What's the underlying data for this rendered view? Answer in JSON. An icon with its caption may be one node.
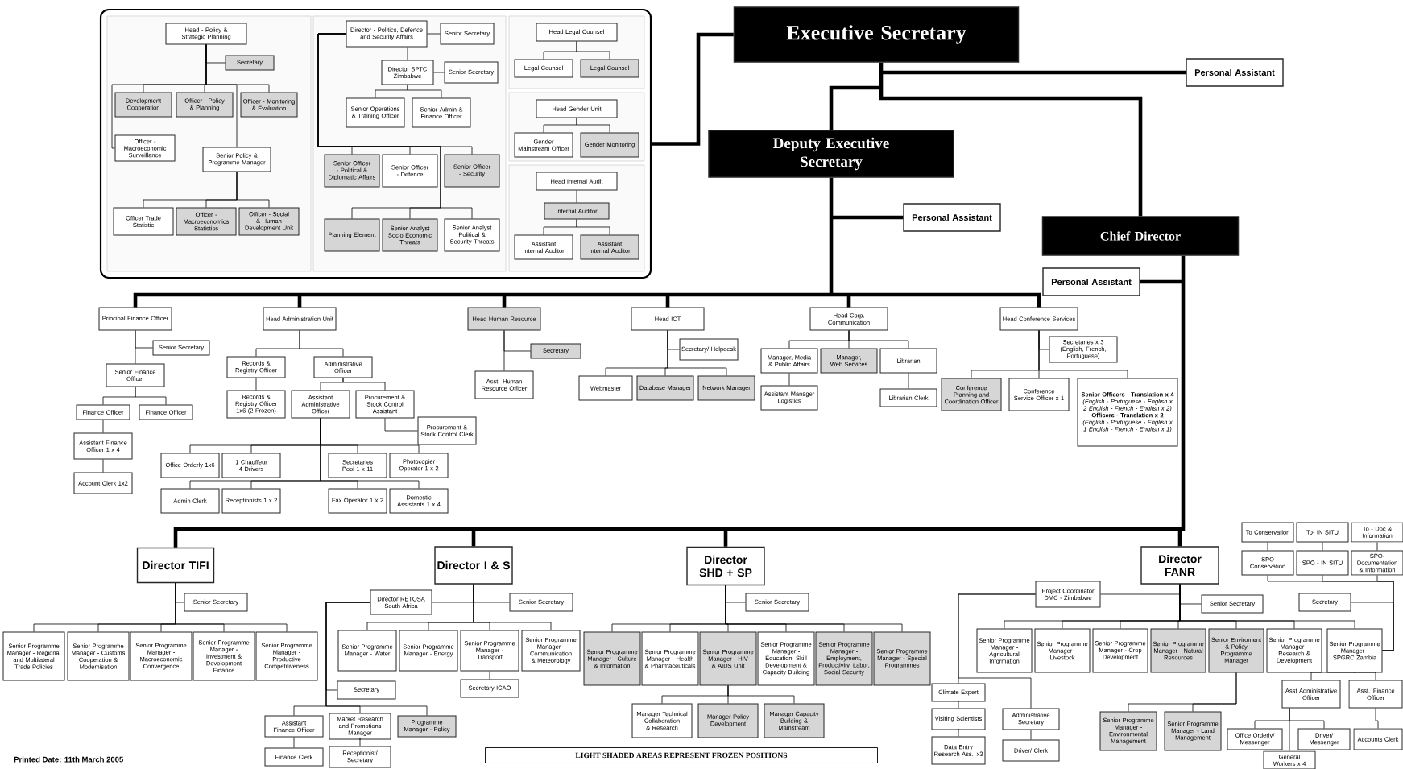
{
  "diagram": {
    "nodes": [
      {
        "text": [],
        "shape": "box"
      },
      {
        "text": [
          "Head - Policy & Strategic Planning"
        ],
        "in": 0
      },
      {
        "text": [
          "Secretary"
        ],
        "in": 0
      },
      {
        "text": [
          "Development Cooperation"
        ],
        "in": 0
      },
      {
        "text": [
          "Officer - Policy & Planning"
        ],
        "in": 0
      },
      {
        "text": [
          "Officer - Monitoring & Evaluation"
        ],
        "in": 0
      },
      {
        "text": [
          "Officer - Macroeconomic Surveillance"
        ],
        "in": 0
      },
      {
        "text": [
          "Senior Policy & Programme Manager"
        ],
        "in": 0
      },
      {
        "text": [
          "Officer Trade Statistic"
        ],
        "in": 0
      },
      {
        "text": [
          "Officer - Macroeconomics Statistics"
        ],
        "in": 0
      },
      {
        "text": [
          "Officer - Social & Human Development Unit"
        ],
        "in": 0
      },
      {
        "text": [
          "Director - Politics, Defence and Security Affairs"
        ],
        "in": 0
      },
      {
        "text": [
          "Senior Secretary"
        ],
        "in": 0
      },
      {
        "text": [
          "Director SPTC Zimbabwe"
        ],
        "in": 0
      },
      {
        "text": [
          "Senior Secretary"
        ],
        "in": 0
      },
      {
        "text": [
          "Senior Operations & Training Officer"
        ],
        "in": 0
      },
      {
        "text": [
          "Senior Admin & Finance Officer"
        ],
        "in": 0
      },
      {
        "text": [
          "Senior Officer - Political & Diplomatic Affairs"
        ],
        "in": 0
      },
      {
        "text": [
          "Senior Officer - Defence"
        ],
        "in": 0
      },
      {
        "text": [
          "Senior Officer - Security"
        ],
        "in": 0
      },
      {
        "text": [
          "Planning Element"
        ],
        "in": 0
      },
      {
        "text": [
          "Senior Analyst Socio Economic Threats"
        ],
        "in": 0
      },
      {
        "text": [
          "Senior Analyst Political & Security Threats"
        ],
        "in": 0
      },
      {
        "text": [
          "Head Legal Counsel"
        ],
        "in": 0
      },
      {
        "text": [
          "Legal Counsel"
        ],
        "in": 0
      },
      {
        "text": [
          "Legal Counsel"
        ],
        "in": 0
      },
      {
        "text": [
          "Head Gender Unit"
        ],
        "in": 0
      },
      {
        "text": [
          "Gender Mainstream Officer"
        ],
        "in": 0
      },
      {
        "text": [
          "Gender Monitoring"
        ],
        "in": 0
      },
      {
        "text": [
          "Head Internal Audit"
        ],
        "in": 0
      },
      {
        "text": [
          "Internal Auditor"
        ],
        "in": 0
      },
      {
        "text": [
          "Assistant Internal Auditor"
        ],
        "in": 0
      },
      {
        "text": [
          "Assistant Internal Auditor"
        ],
        "in": 0
      },
      {
        "text": [
          "Executive Secretary"
        ]
      },
      {
        "text": [
          "Personal Assistant"
        ]
      },
      {
        "text": [
          "Deputy Executive Secretary"
        ]
      },
      {
        "text": [
          "Personal Assistant"
        ]
      },
      {
        "text": [
          "Chief Director"
        ]
      },
      {
        "text": [
          "Personal Assistant"
        ]
      },
      {
        "text": [
          "Principal Finance Officer"
        ]
      },
      {
        "text": [
          "Senior Secretary"
        ]
      },
      {
        "text": [
          "Senior Finance Officer"
        ]
      },
      {
        "text": [
          "Finance Officer"
        ]
      },
      {
        "text": [
          "Finance Officer"
        ]
      },
      {
        "text": [
          "Assistant Finance Officer 1 x 4"
        ]
      },
      {
        "text": [
          "Account Clerk 1x2"
        ]
      },
      {
        "text": [
          "Head Administration Unit"
        ]
      },
      {
        "text": [
          "Records & Registry Officer"
        ]
      },
      {
        "text": [
          "Administrative Officer"
        ]
      },
      {
        "text": [
          "Records & Registry Officer 1x6 (2 Frozen)"
        ]
      },
      {
        "text": [
          "Assistant Administrative Officer"
        ]
      },
      {
        "text": [
          "Procurement & Stock Control Assistant"
        ]
      },
      {
        "text": [
          "Procurement & Stock Control Clerk"
        ]
      },
      {
        "text": [
          "Office Orderly 1x6"
        ]
      },
      {
        "text": [
          "1 Chauffeur 4 Drivers"
        ]
      },
      {
        "text": [
          "Secretaries Pool 1 x 11"
        ]
      },
      {
        "text": [
          "Photocopier Operator 1 x 2"
        ]
      },
      {
        "text": [
          "Admin Clerk"
        ]
      },
      {
        "text": [
          "Receptionists 1 x 2"
        ]
      },
      {
        "text": [
          "Fax Operator 1 x 2"
        ]
      },
      {
        "text": [
          "Domestic Assistants 1 x 4"
        ]
      },
      {
        "text": [
          "Head Human Resource"
        ]
      },
      {
        "text": [
          "Secretary"
        ]
      },
      {
        "text": [
          "Asst. Human Resource Officer"
        ]
      },
      {
        "text": [
          "Head ICT"
        ]
      },
      {
        "text": [
          "Secretary/ Helpdesk"
        ]
      },
      {
        "text": [
          "Webmaster"
        ]
      },
      {
        "text": [
          "Database Manager"
        ]
      },
      {
        "text": [
          "Network Manager"
        ]
      },
      {
        "text": [
          "Head Corp. Communication"
        ]
      },
      {
        "text": [
          "Manager, Media & Public Affairs"
        ]
      },
      {
        "text": [
          "Manager, Web Services"
        ]
      },
      {
        "text": [
          "Librarian"
        ]
      },
      {
        "text": [
          "Assistant Manager Logistics"
        ]
      },
      {
        "text": [
          "Librarian Clerk"
        ]
      },
      {
        "text": [
          "Head Conference Services"
        ]
      },
      {
        "text": [
          "Secretaries x 3 (English, French, Portuguese)"
        ]
      },
      {
        "text": [
          "Conference Planning and Coordination Officer"
        ]
      },
      {
        "text": [
          "Conference Service Officer x 1"
        ]
      },
      {
        "text": [
          "Senior Officers - Translation x 4",
          "(English - Portuguese - English x 2 English - French - English x 2)",
          "Officers - Translation x 2",
          "(English - Portuguese - English x 1 English - French - English x 1)"
        ]
      },
      {
        "text": [
          "Director TIFI"
        ]
      },
      {
        "text": [
          "Senior Secretary"
        ]
      },
      {
        "text": [
          "Senior Programme Manager - Regional and Multilateral Trade Policies"
        ]
      },
      {
        "text": [
          "Senior Programme Manager - Customs Cooperation & Modemisation"
        ]
      },
      {
        "text": [
          "Senior Programme Manager - Macroeconomic Convergence"
        ]
      },
      {
        "text": [
          "Senior Programme Manager - Investment & Development Finance"
        ]
      },
      {
        "text": [
          "Senior Programme Manager - Productive Competitiveness"
        ]
      },
      {
        "text": [
          "Director I & S"
        ]
      },
      {
        "text": [
          "Director RETOSA",
          "South Africa"
        ]
      },
      {
        "text": [
          "Senior Secretary"
        ]
      },
      {
        "text": [
          "Senior Programme Manager - Water"
        ]
      },
      {
        "text": [
          "Senior Programme Manager - Energy"
        ]
      },
      {
        "text": [
          "Senior Programme Manager - Transport"
        ]
      },
      {
        "text": [
          "Senior Programme Manager - Communication & Meteorology"
        ]
      },
      {
        "text": [
          "Secretary"
        ]
      },
      {
        "text": [
          "Secretary ICAO"
        ]
      },
      {
        "text": [
          "Assistant Finance Officer"
        ]
      },
      {
        "text": [
          "Market Research and Promotions Manager"
        ]
      },
      {
        "text": [
          "Programme Manager - Policy"
        ]
      },
      {
        "text": [
          "Finance Clerk"
        ]
      },
      {
        "text": [
          "Receptionist/ Secretary"
        ]
      },
      {
        "text": [
          "Director SHD + SP"
        ]
      },
      {
        "text": [
          "Senior Secretary"
        ]
      },
      {
        "text": [
          "Senior Programme Manager - Culture & Information"
        ]
      },
      {
        "text": [
          "Senior Programme Manager - Health & Pharmaceuticals"
        ]
      },
      {
        "text": [
          "Senior Programme Manager - HIV & AIDS Unit"
        ]
      },
      {
        "text": [
          "Senior Programme Manager - Education, Skill Development & Capacity Building"
        ]
      },
      {
        "text": [
          "Senior Programme Manager - Employment, Productivity, Labor, Social Security"
        ]
      },
      {
        "text": [
          "Senior Programme Manager - Special Programmes"
        ]
      },
      {
        "text": [
          "Manager Technical Collaboration & Research"
        ]
      },
      {
        "text": [
          "Manager Policy Development"
        ]
      },
      {
        "text": [
          "Manager Capacity Building & Mainstream"
        ]
      },
      {
        "text": [
          "Director FANR"
        ]
      },
      {
        "text": [
          "Project Coordinator DMC - Zimbabwe"
        ]
      },
      {
        "text": [
          "Senior Secretary"
        ]
      },
      {
        "text": [
          "Senior Programme Manager - Agricultural Information"
        ]
      },
      {
        "text": [
          "Senior Programme Manager - Livestock"
        ]
      },
      {
        "text": [
          "Senior Programme Manager - Crop Development"
        ]
      },
      {
        "text": [
          "Senior Programme Manager - Natural Resources"
        ]
      },
      {
        "text": [
          "Senior Enviroment & Policy Programme Manager"
        ]
      },
      {
        "text": [
          "Senior Programme Manager - Research & Development"
        ]
      },
      {
        "text": [
          "Senior Programme Manager - SPGRC Zambia"
        ]
      },
      {
        "text": [
          "Climate Expert"
        ]
      },
      {
        "text": [
          "Visiting Scientists"
        ]
      },
      {
        "text": [
          "Data Entry Research Ass. x3"
        ]
      },
      {
        "text": [
          "Administrative Secretary"
        ]
      },
      {
        "text": [
          "Driver/ Clerk"
        ]
      },
      {
        "text": [
          "Senior Programme Manager - Environmental Management"
        ]
      },
      {
        "text": [
          "Senior Programme Manager - Land Management"
        ]
      },
      {
        "text": [
          "To Conservation"
        ]
      },
      {
        "text": [
          "To- IN SITU"
        ]
      },
      {
        "text": [
          "To - Doc & Information"
        ]
      },
      {
        "text": [
          "SPO Conservation"
        ]
      },
      {
        "text": [
          "SPO - IN SITU"
        ]
      },
      {
        "text": [
          "SPO- Documentation & Information"
        ]
      },
      {
        "text": [
          "Secretary"
        ]
      },
      {
        "text": [
          "Asst Administrative Officer"
        ]
      },
      {
        "text": [
          "Asst. Finance Officer"
        ]
      },
      {
        "text": [
          "Office Orderly/ Messenger"
        ]
      },
      {
        "text": [
          "Driver/ Messenger"
        ]
      },
      {
        "text": [
          "Accounts Clerk"
        ]
      },
      {
        "text": [
          "General Workers x 4"
        ]
      }
    ],
    "edges": [
      {
        "from": 33,
        "to": 0,
        "arrow": "none",
        "style": "thick"
      },
      {
        "from": 1,
        "to": 2,
        "arrow": "none"
      },
      {
        "from": 1,
        "to": 3,
        "arrow": "none"
      },
      {
        "from": 1,
        "to": 4,
        "arrow": "none"
      },
      {
        "from": 1,
        "to": 5,
        "arrow": "none"
      },
      {
        "from": 1,
        "to": 6,
        "arrow": "none"
      },
      {
        "from": 1,
        "to": 7,
        "arrow": "none"
      },
      {
        "from": 7,
        "to": 8,
        "arrow": "none"
      },
      {
        "from": 7,
        "to": 9,
        "arrow": "none"
      },
      {
        "from": 7,
        "to": 10,
        "arrow": "none"
      },
      {
        "from": 11,
        "to": 12,
        "arrow": "none"
      },
      {
        "from": 11,
        "to": 13,
        "arrow": "none"
      },
      {
        "from": 13,
        "to": 14,
        "arrow": "none"
      },
      {
        "from": 13,
        "to": 15,
        "arrow": "none"
      },
      {
        "from": 13,
        "to": 16,
        "arrow": "none"
      },
      {
        "from": 11,
        "to": 17,
        "arrow": "none"
      },
      {
        "from": 11,
        "to": 18,
        "arrow": "none"
      },
      {
        "from": 11,
        "to": 19,
        "arrow": "none"
      },
      {
        "from": 11,
        "to": 20,
        "arrow": "none"
      },
      {
        "from": 11,
        "to": 21,
        "arrow": "none"
      },
      {
        "from": 11,
        "to": 22,
        "arrow": "none"
      },
      {
        "from": 23,
        "to": 24,
        "arrow": "none"
      },
      {
        "from": 23,
        "to": 25,
        "arrow": "none"
      },
      {
        "from": 26,
        "to": 27,
        "arrow": "none"
      },
      {
        "from": 26,
        "to": 28,
        "arrow": "none"
      },
      {
        "from": 29,
        "to": 30,
        "arrow": "none"
      },
      {
        "from": 30,
        "to": 31,
        "arrow": "none"
      },
      {
        "from": 30,
        "to": 32,
        "arrow": "none"
      },
      {
        "from": 33,
        "to": 34,
        "arrow": "none",
        "style": "thick"
      },
      {
        "from": 33,
        "to": 35,
        "arrow": "none",
        "style": "thick"
      },
      {
        "from": 33,
        "to": 37,
        "arrow": "none",
        "style": "thick"
      },
      {
        "from": 35,
        "to": 36,
        "arrow": "none",
        "style": "thick"
      },
      {
        "from": 37,
        "to": 38,
        "arrow": "none",
        "style": "thick"
      },
      {
        "from": 35,
        "to": 39,
        "arrow": "none",
        "style": "thick"
      },
      {
        "from": 35,
        "to": 46,
        "arrow": "none",
        "style": "thick"
      },
      {
        "from": 35,
        "to": 61,
        "arrow": "none",
        "style": "thick"
      },
      {
        "from": 35,
        "to": 64,
        "arrow": "none",
        "style": "thick"
      },
      {
        "from": 35,
        "to": 69,
        "arrow": "none",
        "style": "thick"
      },
      {
        "from": 35,
        "to": 75,
        "arrow": "none",
        "style": "thick"
      },
      {
        "from": 39,
        "to": 40,
        "arrow": "none"
      },
      {
        "from": 39,
        "to": 41,
        "arrow": "none"
      },
      {
        "from": 41,
        "to": 42,
        "arrow": "none"
      },
      {
        "from": 41,
        "to": 43,
        "arrow": "none"
      },
      {
        "from": 42,
        "to": 44,
        "arrow": "none"
      },
      {
        "from": 44,
        "to": 45,
        "arrow": "none"
      },
      {
        "from": 46,
        "to": 47,
        "arrow": "none"
      },
      {
        "from": 46,
        "to": 48,
        "arrow": "none"
      },
      {
        "from": 47,
        "to": 49,
        "arrow": "none"
      },
      {
        "from": 48,
        "to": 50,
        "arrow": "none"
      },
      {
        "from": 48,
        "to": 51,
        "arrow": "none"
      },
      {
        "from": 51,
        "to": 52,
        "arrow": "none"
      },
      {
        "from": 50,
        "to": 53,
        "arrow": "none"
      },
      {
        "from": 50,
        "to": 54,
        "arrow": "none"
      },
      {
        "from": 50,
        "to": 55,
        "arrow": "none"
      },
      {
        "from": 50,
        "to": 56,
        "arrow": "none"
      },
      {
        "from": 50,
        "to": 57,
        "arrow": "none"
      },
      {
        "from": 50,
        "to": 58,
        "arrow": "none"
      },
      {
        "from": 50,
        "to": 59,
        "arrow": "none"
      },
      {
        "from": 50,
        "to": 60,
        "arrow": "none"
      },
      {
        "from": 61,
        "to": 62,
        "arrow": "none"
      },
      {
        "from": 61,
        "to": 63,
        "arrow": "none"
      },
      {
        "from": 64,
        "to": 65,
        "arrow": "none"
      },
      {
        "from": 64,
        "to": 66,
        "arrow": "none"
      },
      {
        "from": 64,
        "to": 67,
        "arrow": "none"
      },
      {
        "from": 64,
        "to": 68,
        "arrow": "none"
      },
      {
        "from": 69,
        "to": 70,
        "arrow": "none"
      },
      {
        "from": 69,
        "to": 71,
        "arrow": "none"
      },
      {
        "from": 69,
        "to": 72,
        "arrow": "none"
      },
      {
        "from": 70,
        "to": 73,
        "arrow": "none"
      },
      {
        "from": 72,
        "to": 74,
        "arrow": "none"
      },
      {
        "from": 75,
        "to": 76,
        "arrow": "none"
      },
      {
        "from": 75,
        "to": 77,
        "arrow": "none"
      },
      {
        "from": 75,
        "to": 78,
        "arrow": "none"
      },
      {
        "from": 75,
        "to": 79,
        "arrow": "none"
      },
      {
        "from": 37,
        "to": 80,
        "arrow": "none",
        "style": "thick"
      },
      {
        "from": 37,
        "to": 87,
        "arrow": "none",
        "style": "thick"
      },
      {
        "from": 37,
        "to": 101,
        "arrow": "none",
        "style": "thick"
      },
      {
        "from": 37,
        "to": 112,
        "arrow": "none",
        "style": "thick"
      },
      {
        "from": 80,
        "to": 81,
        "arrow": "none"
      },
      {
        "from": 80,
        "to": 82,
        "arrow": "none"
      },
      {
        "from": 80,
        "to": 83,
        "arrow": "none"
      },
      {
        "from": 80,
        "to": 84,
        "arrow": "none"
      },
      {
        "from": 80,
        "to": 85,
        "arrow": "none"
      },
      {
        "from": 80,
        "to": 86,
        "arrow": "none"
      },
      {
        "from": 87,
        "to": 88,
        "arrow": "none"
      },
      {
        "from": 87,
        "to": 89,
        "arrow": "none"
      },
      {
        "from": 87,
        "to": 90,
        "arrow": "none"
      },
      {
        "from": 87,
        "to": 91,
        "arrow": "none"
      },
      {
        "from": 87,
        "to": 92,
        "arrow": "none"
      },
      {
        "from": 87,
        "to": 93,
        "arrow": "none"
      },
      {
        "from": 88,
        "to": 94,
        "arrow": "none"
      },
      {
        "from": 88,
        "to": 96,
        "arrow": "none"
      },
      {
        "from": 88,
        "to": 97,
        "arrow": "none"
      },
      {
        "from": 88,
        "to": 98,
        "arrow": "none"
      },
      {
        "from": 92,
        "to": 95,
        "arrow": "none"
      },
      {
        "from": 96,
        "to": 99,
        "arrow": "none"
      },
      {
        "from": 97,
        "to": 100,
        "arrow": "none"
      },
      {
        "from": 101,
        "to": 102,
        "arrow": "none"
      },
      {
        "from": 101,
        "to": 103,
        "arrow": "none"
      },
      {
        "from": 101,
        "to": 104,
        "arrow": "none"
      },
      {
        "from": 101,
        "to": 105,
        "arrow": "none"
      },
      {
        "from": 101,
        "to": 106,
        "arrow": "none"
      },
      {
        "from": 101,
        "to": 107,
        "arrow": "none"
      },
      {
        "from": 101,
        "to": 108,
        "arrow": "none"
      },
      {
        "from": 105,
        "to": 109,
        "arrow": "none"
      },
      {
        "from": 105,
        "to": 110,
        "arrow": "none"
      },
      {
        "from": 105,
        "to": 111,
        "arrow": "none"
      },
      {
        "from": 112,
        "to": 113,
        "arrow": "none"
      },
      {
        "from": 112,
        "to": 114,
        "arrow": "none"
      },
      {
        "from": 112,
        "to": 115,
        "arrow": "none"
      },
      {
        "from": 112,
        "to": 116,
        "arrow": "none"
      },
      {
        "from": 112,
        "to": 117,
        "arrow": "none"
      },
      {
        "from": 112,
        "to": 118,
        "arrow": "none"
      },
      {
        "from": 112,
        "to": 119,
        "arrow": "none"
      },
      {
        "from": 112,
        "to": 120,
        "arrow": "none"
      },
      {
        "from": 112,
        "to": 121,
        "arrow": "none"
      },
      {
        "from": 113,
        "to": 122,
        "arrow": "none"
      },
      {
        "from": 113,
        "to": 125,
        "arrow": "none"
      },
      {
        "from": 122,
        "to": 123,
        "arrow": "none"
      },
      {
        "from": 123,
        "to": 124,
        "arrow": "none"
      },
      {
        "from": 125,
        "to": 126,
        "arrow": "none"
      },
      {
        "from": 119,
        "to": 127,
        "arrow": "none"
      },
      {
        "from": 119,
        "to": 128,
        "arrow": "none"
      },
      {
        "from": 129,
        "to": 132,
        "arrow": "none"
      },
      {
        "from": 130,
        "to": 133,
        "arrow": "none"
      },
      {
        "from": 131,
        "to": 134,
        "arrow": "none"
      },
      {
        "from": 121,
        "to": 132,
        "arrow": "none"
      },
      {
        "from": 121,
        "to": 133,
        "arrow": "none"
      },
      {
        "from": 121,
        "to": 134,
        "arrow": "none"
      },
      {
        "from": 121,
        "to": 135,
        "arrow": "none"
      },
      {
        "from": 121,
        "to": 136,
        "arrow": "none"
      },
      {
        "from": 121,
        "to": 137,
        "arrow": "none"
      },
      {
        "from": 136,
        "to": 138,
        "arrow": "none"
      },
      {
        "from": 136,
        "to": 139,
        "arrow": "none"
      },
      {
        "from": 136,
        "to": 141,
        "arrow": "none"
      },
      {
        "from": 137,
        "to": 140,
        "arrow": "none"
      }
    ],
    "labels": [
      "Printed Date: 11th March 2005",
      "LIGHT SHADED AREAS REPRESENT FROZEN POSITIONS"
    ]
  }
}
